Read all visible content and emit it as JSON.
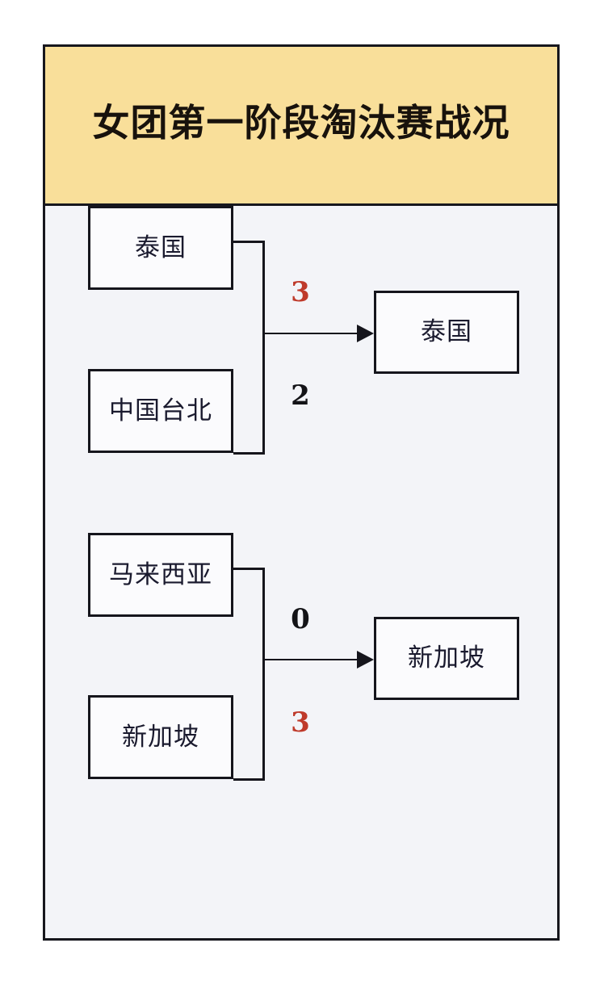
{
  "page": {
    "background": "#ffffff",
    "frame_border_color": "#17171d",
    "body_background": "#f3f4f8"
  },
  "header": {
    "title": "女团第一阶段淘汰赛战况",
    "background": "#f9df9a",
    "text_color": "#18120c"
  },
  "colors": {
    "winner_score": "#bf3a2b",
    "loser_score": "#131317",
    "box_border": "#15151c",
    "box_fill": "#fbfbfd",
    "team_text": "#1a1a2e"
  },
  "chart_data": {
    "type": "diagram",
    "title": "女团第一阶段淘汰赛战况",
    "diagram_kind": "single-elimination-bracket",
    "rounds": 2,
    "matches": [
      {
        "id": "match-1",
        "upper": {
          "team": "泰国",
          "score": "3",
          "is_winner": true
        },
        "lower": {
          "team": "中国台北",
          "score": "2",
          "is_winner": false
        },
        "winner": "泰国"
      },
      {
        "id": "match-2",
        "upper": {
          "team": "马来西亚",
          "score": "0",
          "is_winner": false
        },
        "lower": {
          "team": "新加坡",
          "score": "3",
          "is_winner": true
        },
        "winner": "新加坡"
      }
    ]
  },
  "brackets": [
    {
      "upper_team": "泰国",
      "lower_team": "中国台北",
      "upper_score": "3",
      "lower_score": "2",
      "winner": "泰国",
      "upper_score_is_winner": true,
      "lower_score_is_winner": false
    },
    {
      "upper_team": "马来西亚",
      "lower_team": "新加坡",
      "upper_score": "0",
      "lower_score": "3",
      "winner": "新加坡",
      "upper_score_is_winner": false,
      "lower_score_is_winner": true
    }
  ]
}
